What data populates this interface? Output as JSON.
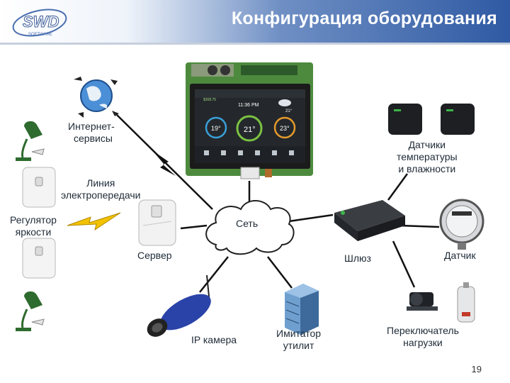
{
  "slide": {
    "title": "Конфигурация оборудования",
    "page_number": "19",
    "logo_text": "SWD",
    "logo_subtext": "SOFTWARE"
  },
  "labels": {
    "network": "Сеть",
    "internet": [
      "Интернет-",
      "сервисы"
    ],
    "power_line": [
      "Линия",
      "электропередачи"
    ],
    "dimmer": [
      "Регулятор",
      "яркости"
    ],
    "server": "Сервер",
    "gateway": "Шлюз",
    "sensors_th": [
      "Датчики",
      "температуры",
      "и влажности"
    ],
    "meter": "Датчик",
    "ip_camera": "IP камера",
    "utility_sim": [
      "Имитатор",
      "утилит"
    ],
    "load_switch": [
      "Переключатель",
      "нагрузки"
    ]
  },
  "panel": {
    "time": "11:36 PM",
    "temps": [
      "19°",
      "21°",
      "23°"
    ],
    "weather_temp": "21°",
    "power_value": "$308.75"
  },
  "colors": {
    "header_blue": "#2f5aa3",
    "lamp_green": "#2e6b2e",
    "camera_blue": "#2a43a8",
    "bolt_yellow": "#f2c200"
  }
}
